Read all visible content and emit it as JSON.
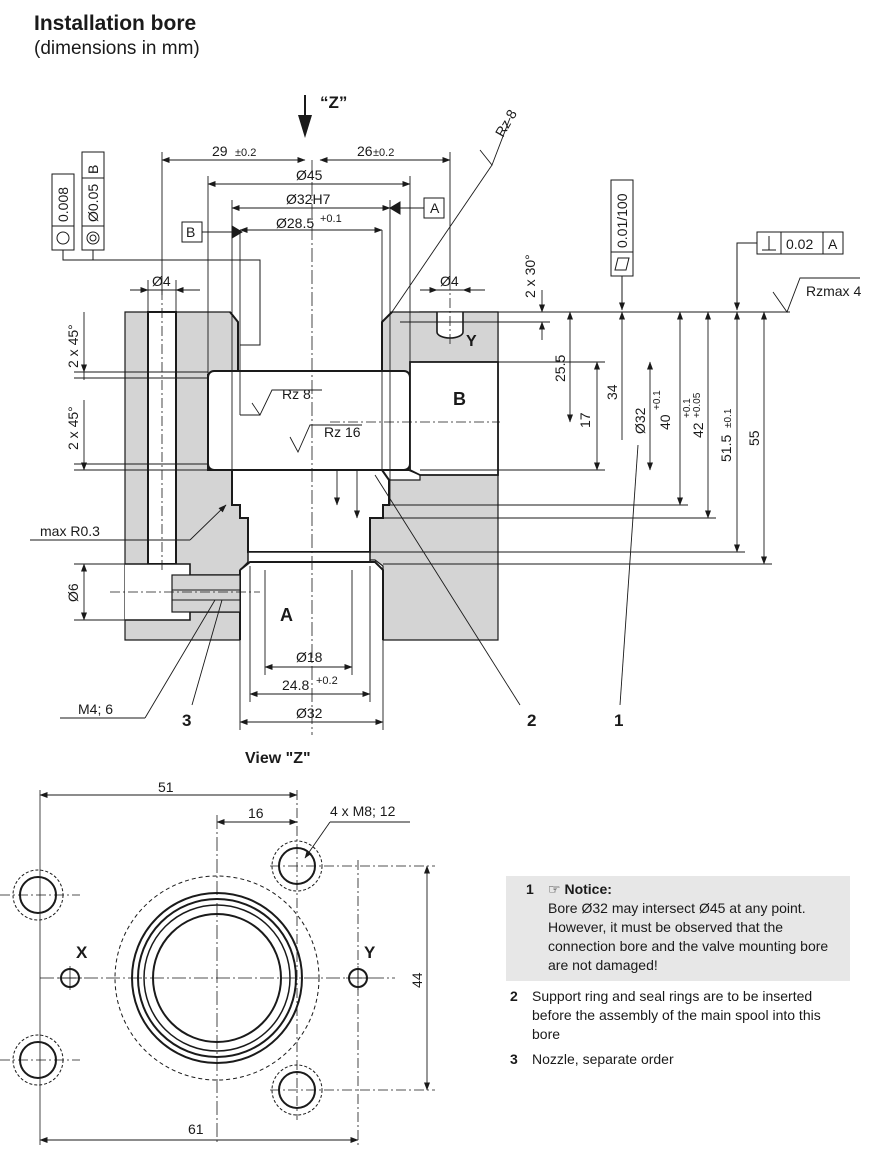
{
  "title": "Installation bore",
  "subtitle": "(dimensions in mm)",
  "section": {
    "view_mark": "“Z”",
    "dims": {
      "d29": "29",
      "t29": "±0.2",
      "d26": "26",
      "t26": "±0.2",
      "d45": "Ø45",
      "d32h7": "Ø32H7",
      "d28": "Ø28.5",
      "t28": "+0.1",
      "d4a": "Ø4",
      "d4b": "Ø4",
      "chamfer_top": "2 x 30°",
      "chamfer_left1": "2 x 45°",
      "chamfer_left2": "2 x 45°",
      "tol_flat": "0.01/100",
      "tol_perp": "0.02",
      "rz8_top": "Rz 8",
      "rzmax": "Rzmax 4",
      "rz8_in": "Rz 8",
      "rz16": "Rz 16",
      "h25": "25.5",
      "h17": "17",
      "h34": "34",
      "d32v": "Ø32",
      "h40": "40",
      "t40": "+0.1",
      "h42": "42",
      "t42a": "+0.1",
      "t42b": "+0.05",
      "h51": "51.5",
      "t51": "±0.1",
      "h55": "55",
      "maxr": "max R0.3",
      "d6": "Ø6",
      "d18": "Ø18",
      "d24": "24.8",
      "t24": "+0.2",
      "d32b": "Ø32",
      "m4": "M4; 6",
      "callout3": "3",
      "callout2": "2",
      "callout1": "1",
      "port_a": "A",
      "port_b": "B",
      "port_y": "Y",
      "ref_a": "A",
      "ref_b": "B",
      "tol_conc": "0.008",
      "tol_coax": "Ø0.05",
      "tol_coax_ref": "B",
      "tol_perp_ref": "A"
    }
  },
  "view_z": {
    "label": "View \"Z\"",
    "d51": "51",
    "d16": "16",
    "d44": "44",
    "d61": "61",
    "screws": "4 x M8; 12",
    "port_x": "X",
    "port_y": "Y"
  },
  "notes": {
    "n1_num": "1",
    "n1_head": "Notice:",
    "n1_text": "Bore Ø32 may intersect Ø45 at any point. However, it must be observed that the connection bore and the valve mounting bore are not damaged!",
    "n2_num": "2",
    "n2_text": "Support ring and seal rings are to be inserted before the assembly of the main spool into this bore",
    "n3_num": "3",
    "n3_text": "Nozzle, separate order"
  },
  "colors": {
    "body_fill": "#d4d4d4",
    "line": "#1a1a1a",
    "notice_bg": "#e7e7e7"
  }
}
